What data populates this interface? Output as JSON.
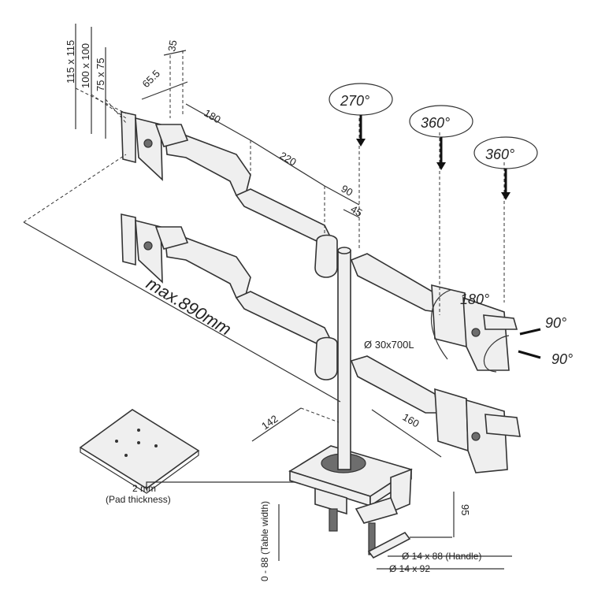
{
  "dimensions": {
    "vesa_115": "115 x 115",
    "vesa_100": "100 x 100",
    "vesa_75": "75 x 75",
    "d35": "35",
    "d65_5": "65.5",
    "d180": "180",
    "d220": "220",
    "d90": "90",
    "d45": "45",
    "max_reach": "max.890mm",
    "pole": "Ø 30x700L",
    "d142": "142",
    "d160": "160",
    "d95": "95",
    "table_width": "0 - 88 (Table width)",
    "pad_thickness_value": "2 mm",
    "pad_thickness_label": "(Pad thickness)",
    "handle": "Ø 14 x 88 (Handle)",
    "rod": "Ø 14 x 92"
  },
  "rotations": {
    "r270": "270°",
    "r360a": "360°",
    "r360b": "360°",
    "r180": "180°",
    "r90a": "90°",
    "r90b": "90°"
  }
}
